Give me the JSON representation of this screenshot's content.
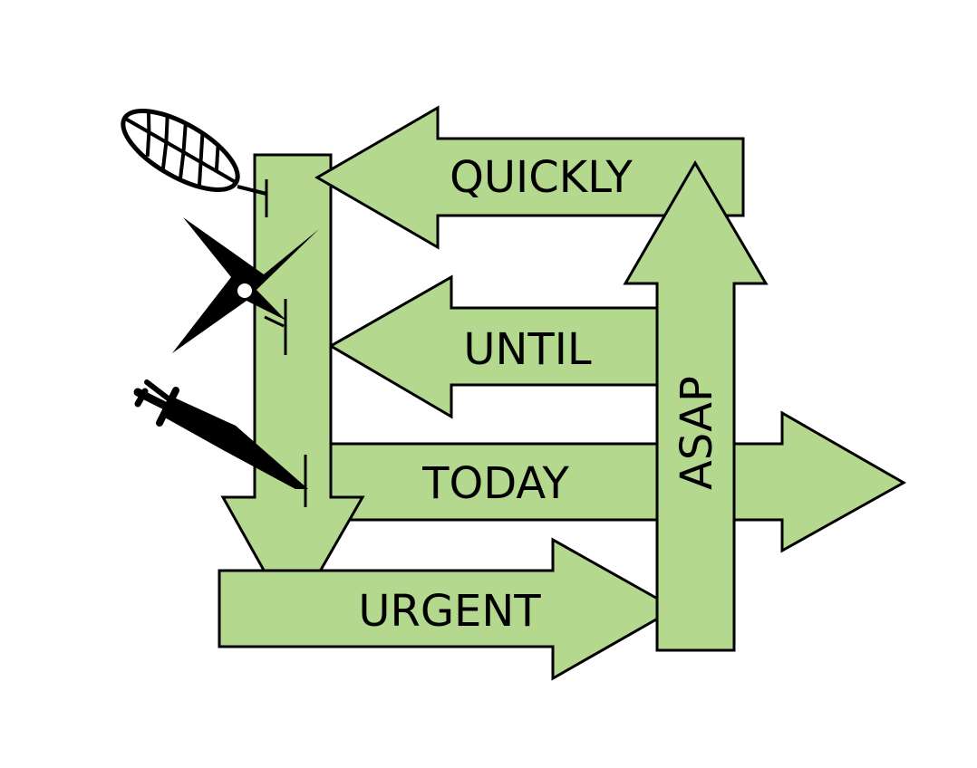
{
  "colors": {
    "arrow_fill": "#b3d88e",
    "outline": "#000000",
    "icon": "#000000",
    "background": "#ffffff"
  },
  "arrows": {
    "quickly": {
      "label": "QUICKLY",
      "direction": "left"
    },
    "until": {
      "label": "UNTIL",
      "direction": "left"
    },
    "today": {
      "label": "TODAY",
      "direction": "right"
    },
    "urgent": {
      "label": "URGENT",
      "direction": "right"
    },
    "asap": {
      "label": "ASAP",
      "direction": "up"
    },
    "down": {
      "direction": "down"
    }
  },
  "icons": [
    "leaf-icon",
    "shuriken-icon",
    "dagger-icon"
  ]
}
